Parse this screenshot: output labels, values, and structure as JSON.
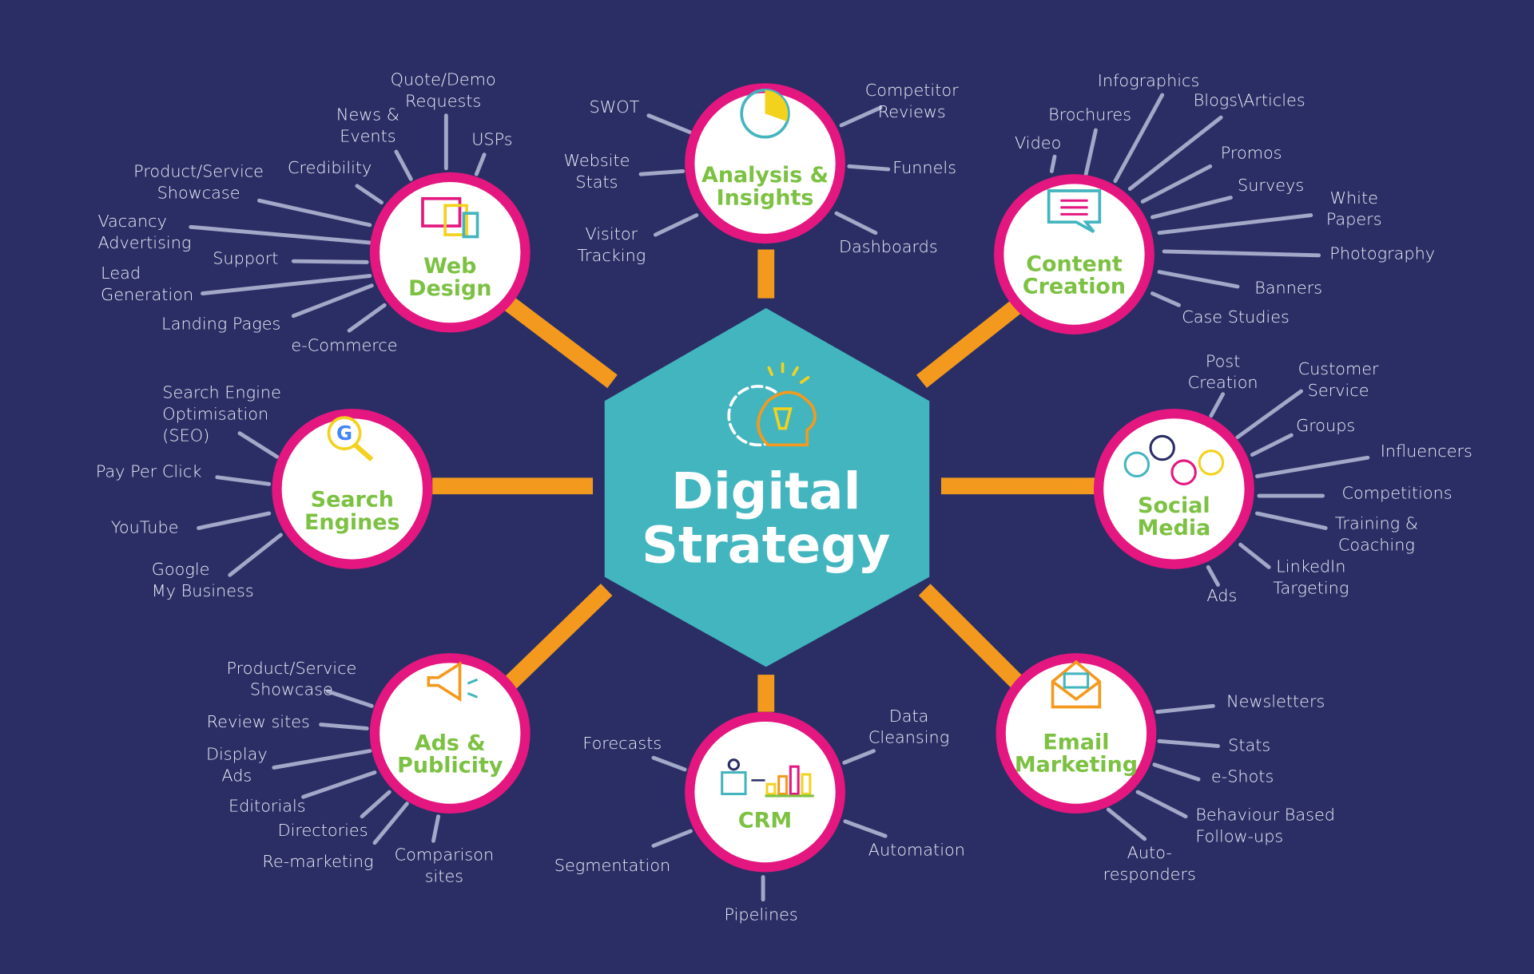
{
  "title": [
    "Digital",
    "Strategy"
  ],
  "colors": {
    "background": "#2a2e65",
    "hexagon": "#43b5bf",
    "connector": "#f39a1e",
    "ring": "#e3177f",
    "hub_label": "#7cc142",
    "leaf_text": "#eef0f8",
    "leaf_line": "#a3a8c8"
  },
  "hubs": [
    {
      "id": "web-design",
      "label": [
        "Web",
        "Design"
      ],
      "icon": "devices-icon",
      "leaves": [
        [
          "Quote/Demo",
          "Requests"
        ],
        [
          "News &",
          "Events"
        ],
        [
          "USPs"
        ],
        [
          "Credibility"
        ],
        [
          "Product/Service",
          "Showcase"
        ],
        [
          "Vacancy",
          "Advertising"
        ],
        [
          "Support"
        ],
        [
          "Lead",
          "Generation"
        ],
        [
          "Landing Pages"
        ],
        [
          "e-Commerce"
        ]
      ]
    },
    {
      "id": "analysis-insights",
      "label": [
        "Analysis &",
        "Insights"
      ],
      "icon": "pie-chart-icon",
      "leaves": [
        [
          "SWOT"
        ],
        [
          "Website",
          "Stats"
        ],
        [
          "Visitor",
          "Tracking"
        ],
        [
          "Competitor",
          "Reviews"
        ],
        [
          "Funnels"
        ],
        [
          "Dashboards"
        ]
      ]
    },
    {
      "id": "content-creation",
      "label": [
        "Content",
        "Creation"
      ],
      "icon": "speech-bubble-icon",
      "leaves": [
        [
          "Infographics"
        ],
        [
          "Blogs\\Articles"
        ],
        [
          "Brochures"
        ],
        [
          "Video"
        ],
        [
          "Promos"
        ],
        [
          "Surveys"
        ],
        [
          "White",
          "Papers"
        ],
        [
          "Photography"
        ],
        [
          "Banners"
        ],
        [
          "Case Studies"
        ]
      ]
    },
    {
      "id": "search-engines",
      "label": [
        "Search",
        "Engines"
      ],
      "icon": "google-search-icon",
      "leaves": [
        [
          "Search Engine",
          "Optimisation",
          "(SEO)"
        ],
        [
          "Pay Per Click"
        ],
        [
          "YouTube"
        ],
        [
          "Google",
          "My Business"
        ]
      ]
    },
    {
      "id": "social-media",
      "label": [
        "Social",
        "Media"
      ],
      "icon": "social-icons",
      "leaves": [
        [
          "Post",
          "Creation"
        ],
        [
          "Customer",
          "Service"
        ],
        [
          "Groups"
        ],
        [
          "Influencers"
        ],
        [
          "Competitions"
        ],
        [
          "Training &",
          "Coaching"
        ],
        [
          "LinkedIn",
          "Targeting"
        ],
        [
          "Ads"
        ]
      ]
    },
    {
      "id": "ads-publicity",
      "label": [
        "Ads &",
        "Publicity"
      ],
      "icon": "megaphone-icon",
      "leaves": [
        [
          "Product/Service",
          "Showcase"
        ],
        [
          "Review sites"
        ],
        [
          "Display",
          "Ads"
        ],
        [
          "Editorials"
        ],
        [
          "Directories"
        ],
        [
          "Re-marketing"
        ],
        [
          "Comparison",
          "sites"
        ]
      ]
    },
    {
      "id": "crm",
      "label": [
        "CRM"
      ],
      "icon": "people-chart-icon",
      "leaves": [
        [
          "Forecasts"
        ],
        [
          "Data",
          "Cleansing"
        ],
        [
          "Segmentation"
        ],
        [
          "Automation"
        ],
        [
          "Pipelines"
        ]
      ]
    },
    {
      "id": "email-marketing",
      "label": [
        "Email",
        "Marketing"
      ],
      "icon": "envelope-icon",
      "leaves": [
        [
          "Newsletters"
        ],
        [
          "Stats"
        ],
        [
          "e-Shots"
        ],
        [
          "Behaviour Based",
          "Follow-ups"
        ],
        [
          "Auto-",
          "responders"
        ]
      ]
    }
  ]
}
